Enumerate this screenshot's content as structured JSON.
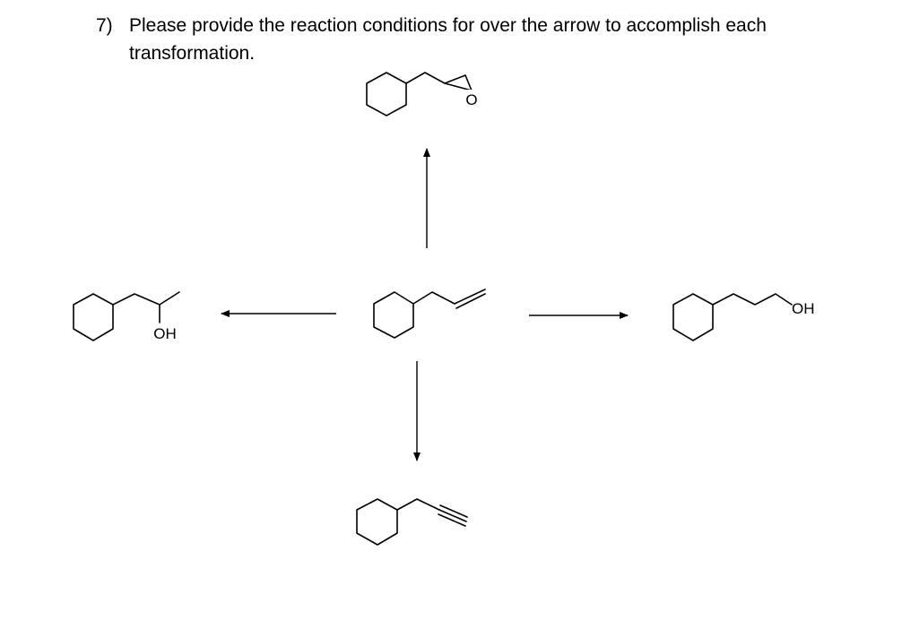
{
  "question": {
    "number": "7)",
    "line1": "Please provide the reaction conditions for over the arrow to accomplish each",
    "line2": "transformation."
  },
  "molecules": {
    "center": {
      "name": "allylcyclohexane"
    },
    "top": {
      "name": "2-(cyclohexylmethyl)oxirane",
      "atom_label": "O"
    },
    "left": {
      "name": "1-cyclohexylpropan-2-ol",
      "atom_label": "OH"
    },
    "right": {
      "name": "3-cyclohexylpropan-1-ol",
      "atom_label": "OH"
    },
    "bottom": {
      "name": "3-cyclohexylprop-1-yne"
    }
  },
  "arrows": {
    "to_top": {
      "conditions": ""
    },
    "to_left": {
      "conditions": ""
    },
    "to_right": {
      "conditions": ""
    },
    "to_bottom": {
      "conditions": ""
    }
  }
}
